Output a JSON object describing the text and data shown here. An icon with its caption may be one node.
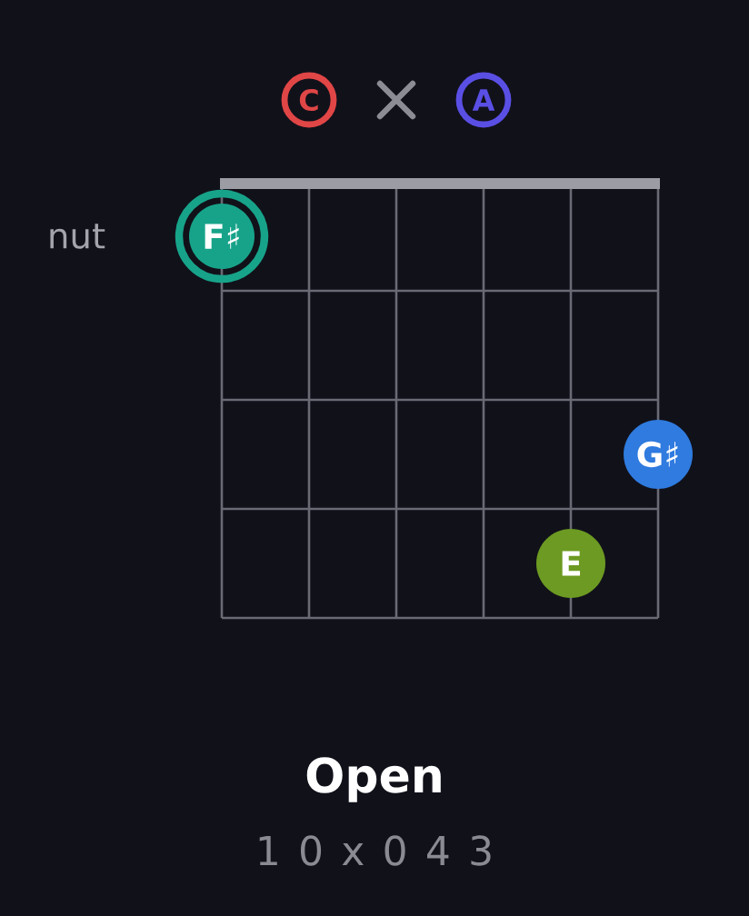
{
  "diagram": {
    "title": "Open",
    "caption": "1 0 x 0 4 3",
    "nodes": [
      {
        "text": [
          "C"
        ]
      },
      {
        "text": [
          "A"
        ]
      },
      {
        "text": [
          "F♯"
        ]
      },
      {
        "text": [
          "G♯"
        ]
      },
      {
        "text": [
          "E"
        ]
      }
    ],
    "labels": [
      "nut"
    ]
  }
}
